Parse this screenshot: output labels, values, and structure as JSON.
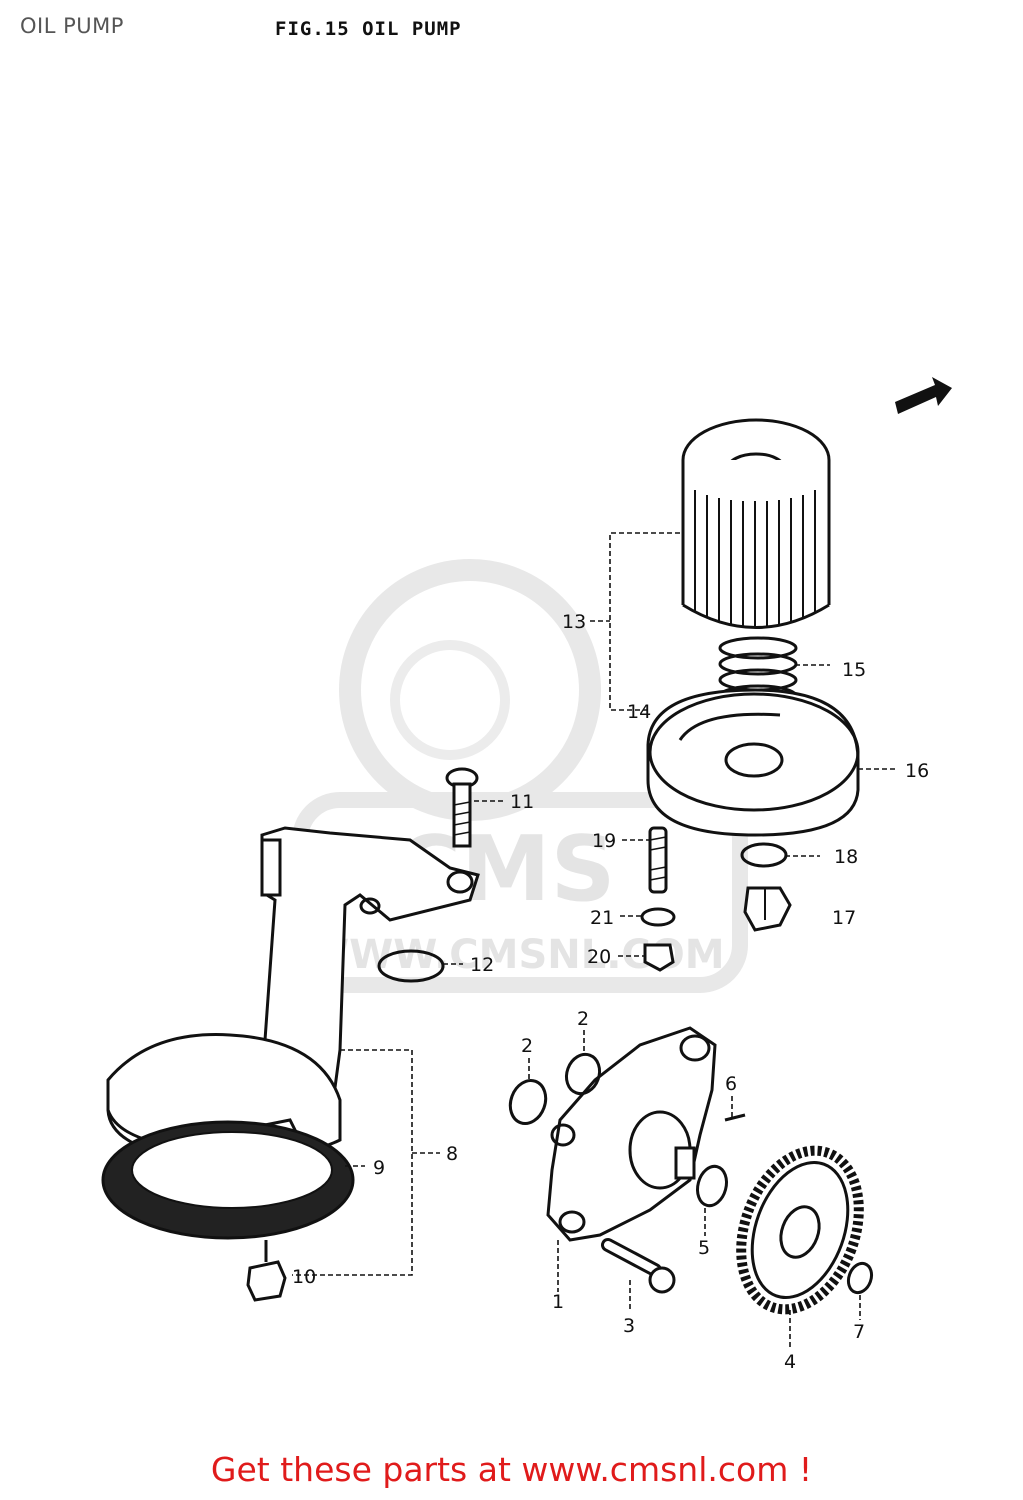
{
  "page": {
    "title": "OIL PUMP",
    "figure_title": "FIG.15  OIL PUMP",
    "footer": "Get these parts at www.cmsnl.com !"
  },
  "watermark": {
    "brand": "CMS",
    "url": "WWW.CMSNL.COM"
  },
  "callouts": {
    "c1": "1",
    "c2a": "2",
    "c2b": "2",
    "c3": "3",
    "c4": "4",
    "c5": "5",
    "c6": "6",
    "c7": "7",
    "c8": "8",
    "c9": "9",
    "c10": "10",
    "c11": "11",
    "c12": "12",
    "c13": "13",
    "c14": "14",
    "c15": "15",
    "c16": "16",
    "c17": "17",
    "c18": "18",
    "c19": "19",
    "c20": "20",
    "c21": "21"
  },
  "colors": {
    "footer": "#e01b1b",
    "title": "#555555",
    "ink": "#111111",
    "watermark": "#e4e4e4"
  }
}
